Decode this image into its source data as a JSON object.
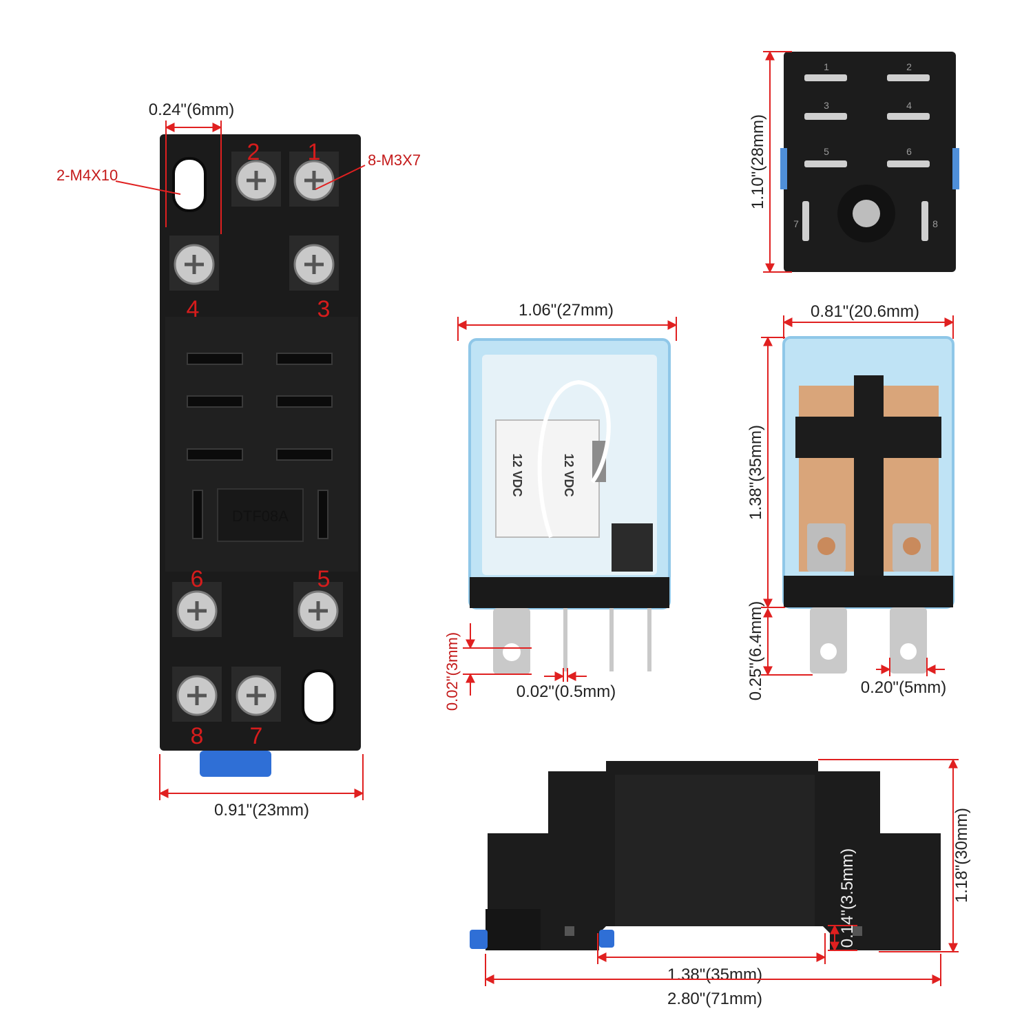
{
  "socket_front": {
    "dim_mount_hole_gap": "0.24\"(6mm)",
    "dim_width": "0.91\"(23mm)",
    "label_mount_screw": "2-M4X10",
    "label_terminal_screw": "8-M3X7",
    "model_text": "DTF08A",
    "terminals": [
      "2",
      "1",
      "4",
      "3",
      "6",
      "5",
      "8",
      "7"
    ]
  },
  "relay_pins_view": {
    "dim_height": "1.10\"(28mm)",
    "pin_numbers": [
      "1",
      "2",
      "3",
      "4",
      "5",
      "6",
      "7",
      "8"
    ]
  },
  "relay_front": {
    "dim_width": "1.06\"(27mm)",
    "dim_pin_hole": "0.02\"(3mm)",
    "dim_pin_thickness": "0.02\"(0.5mm)",
    "coil_text": "12 VDC"
  },
  "relay_side": {
    "dim_width": "0.81\"(20.6mm)",
    "dim_height": "1.38\"(35mm)",
    "dim_pin_length": "0.25\"(6.4mm)",
    "dim_pin_width": "0.20\"(5mm)"
  },
  "socket_side": {
    "dim_height": "1.18\"(30mm)",
    "dim_rail_gap": "0.14\"(3.5mm)",
    "dim_rail_width": "1.38\"(35mm)",
    "dim_length": "2.80\"(71mm)"
  },
  "colors": {
    "dimension_line": "#e02020",
    "terminal_label": "#d61c1c",
    "housing": "#1b1b1b",
    "relay_cover": "#9fd3f0",
    "din_clip": "#2f6fd6"
  }
}
